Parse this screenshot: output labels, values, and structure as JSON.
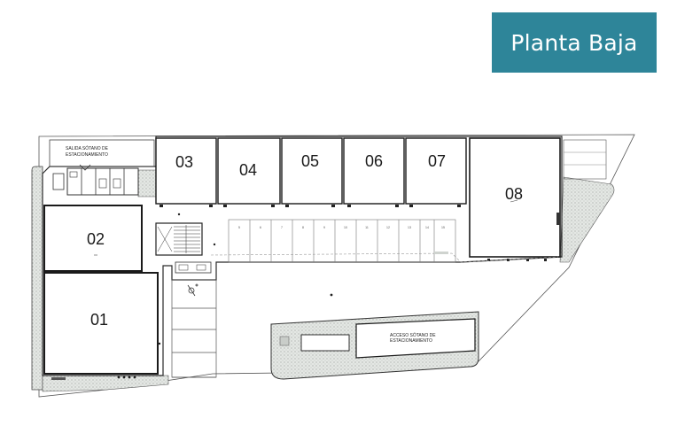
{
  "header": {
    "title": "Planta Baja",
    "accent_color": "#2e8599"
  },
  "plan": {
    "lots": {
      "l01": "01",
      "l02": "02",
      "l03": "03",
      "l04": "04",
      "l05": "05",
      "l06": "06",
      "l07": "07",
      "l08": "08"
    },
    "labels": {
      "exit_line1": "SALIDA SÓTANO DE",
      "exit_line2": "ESTACIONAMIENTO",
      "access_line1": "ACCESO SÓTANO DE",
      "access_line2": "ESTACIONAMIENTO"
    },
    "stalls": [
      "5",
      "6",
      "7",
      "8",
      "9",
      "10",
      "11",
      "12",
      "13",
      "14",
      "15"
    ],
    "colors": {
      "wall": "#2a2a2a",
      "landscape": "#d9ddd9"
    }
  }
}
